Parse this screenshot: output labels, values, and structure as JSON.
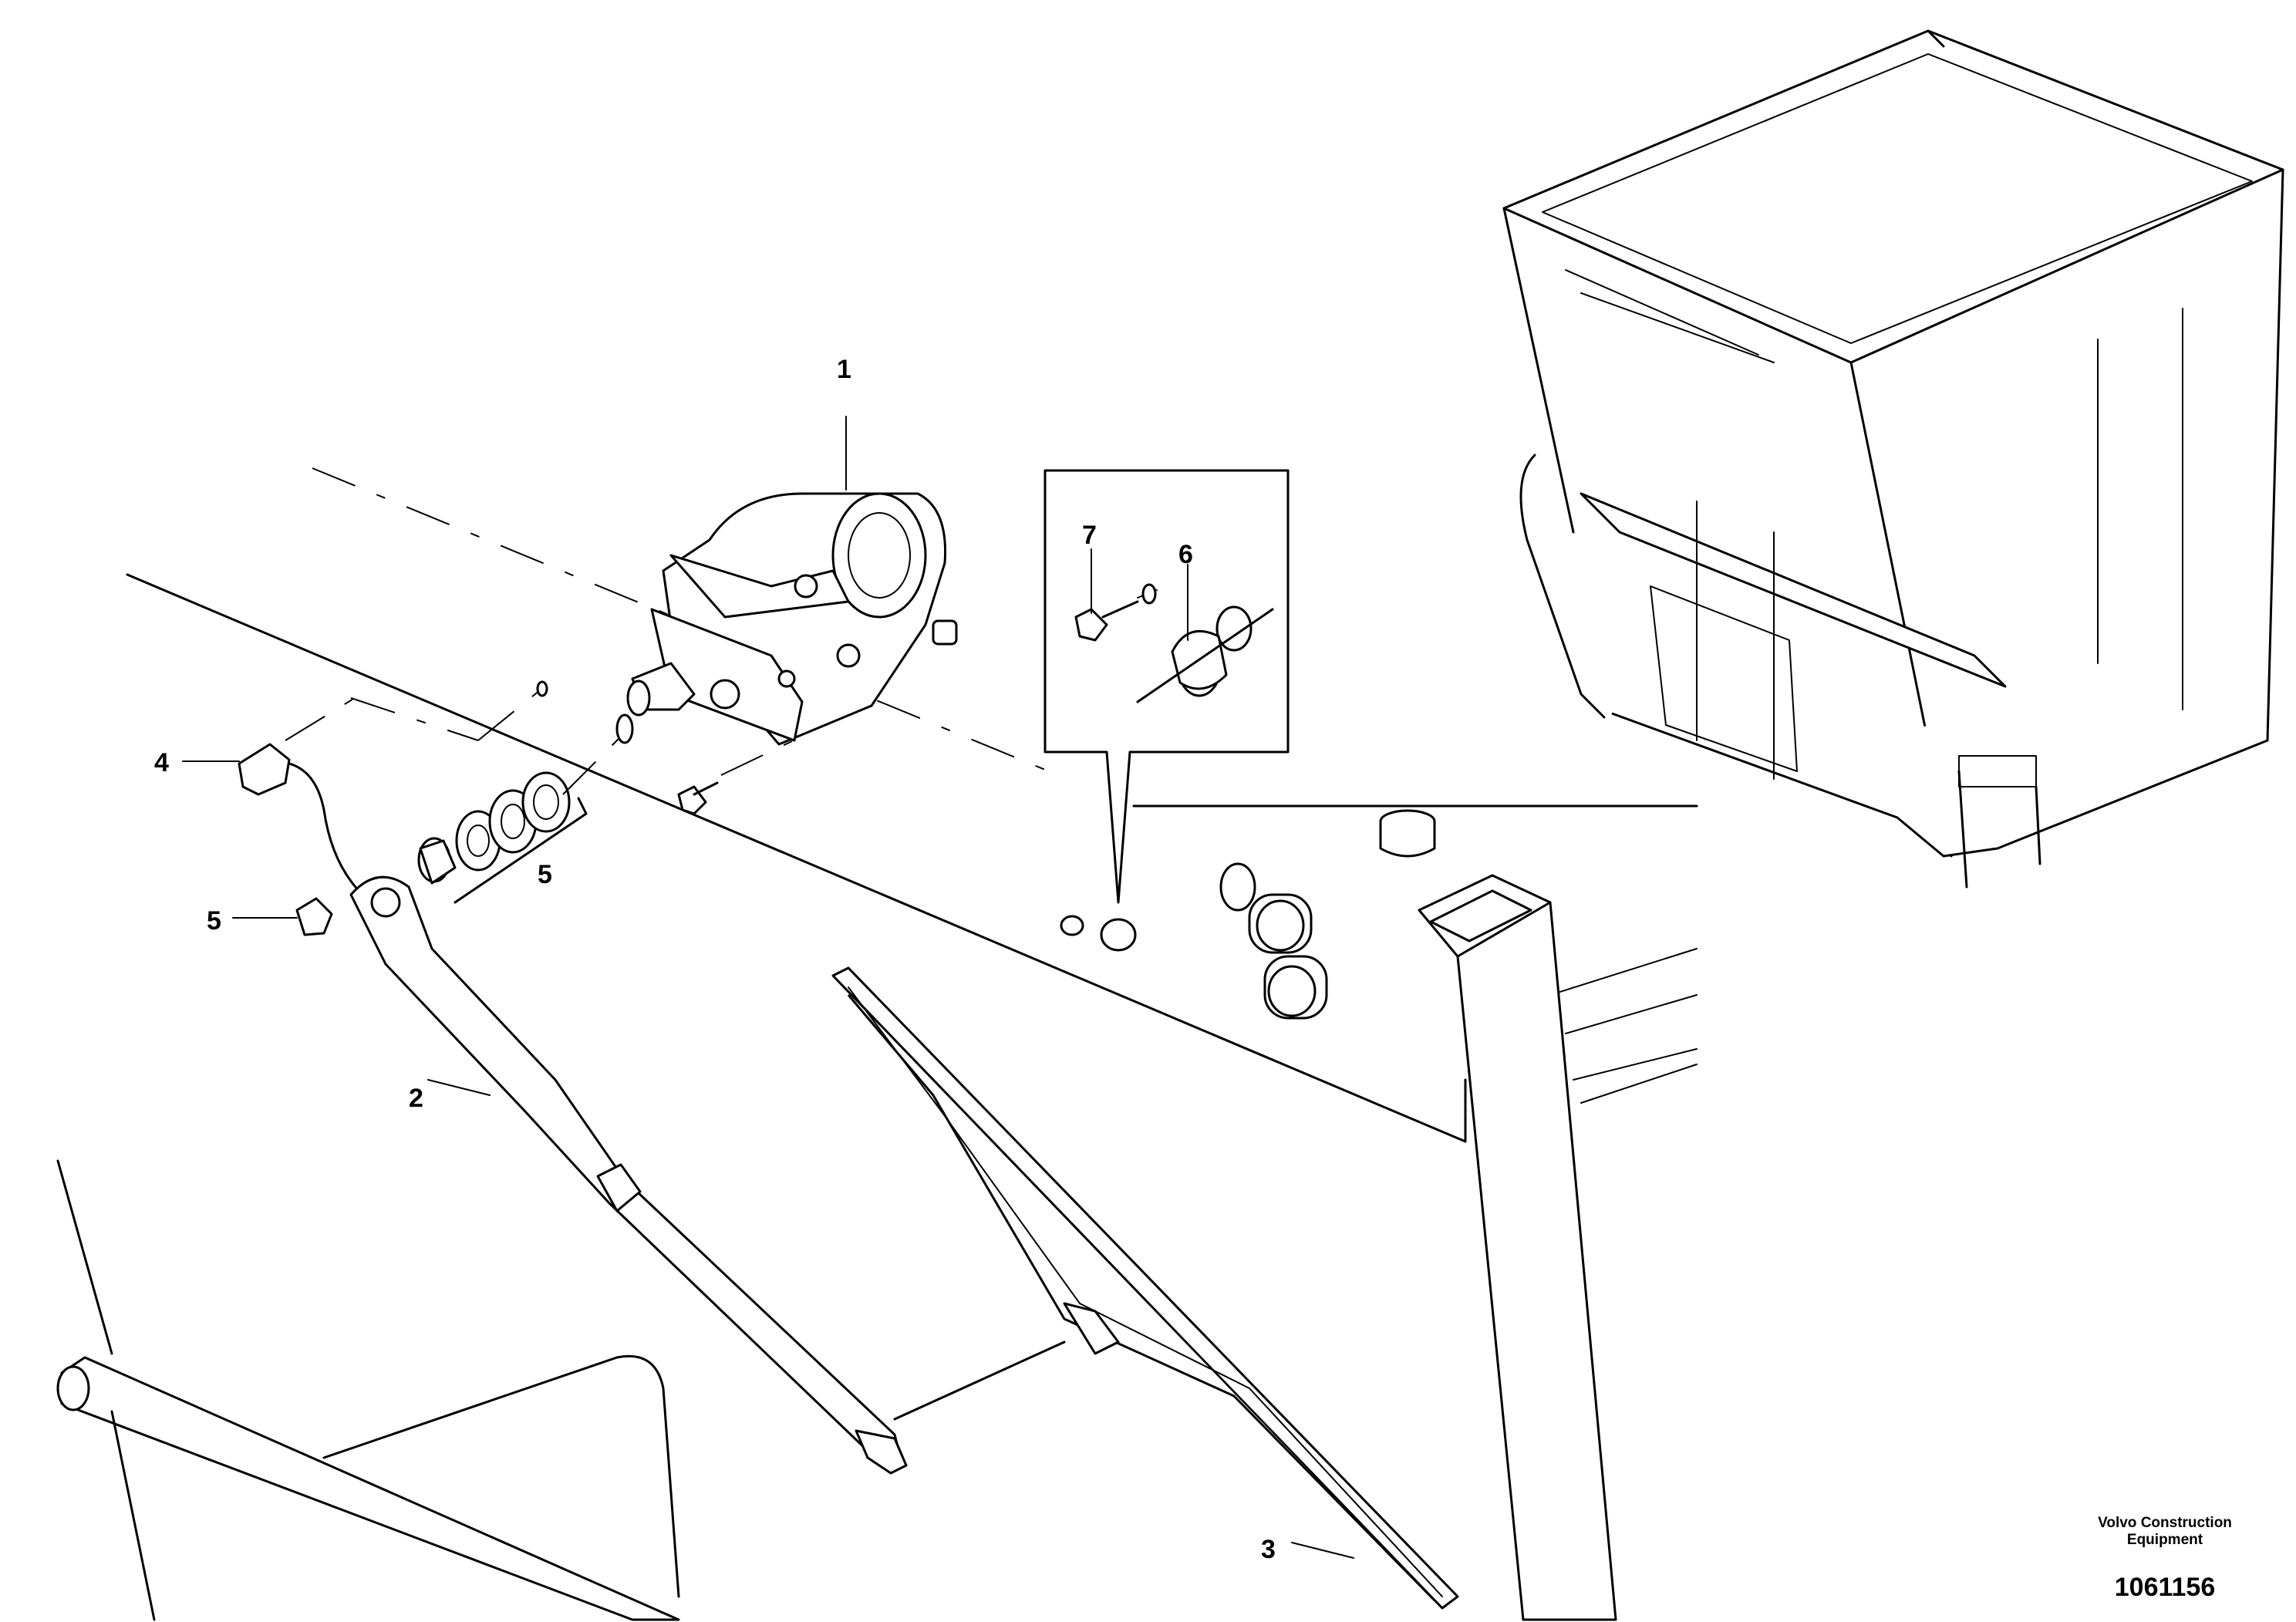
{
  "callouts": {
    "c1": "1",
    "c2": "2",
    "c3": "3",
    "c4": "4",
    "c5a": "5",
    "c5b": "5",
    "c6": "6",
    "c7": "7"
  },
  "footer": {
    "brand_line1": "Volvo Construction",
    "brand_line2": "Equipment",
    "drawing_number": "1061156"
  }
}
